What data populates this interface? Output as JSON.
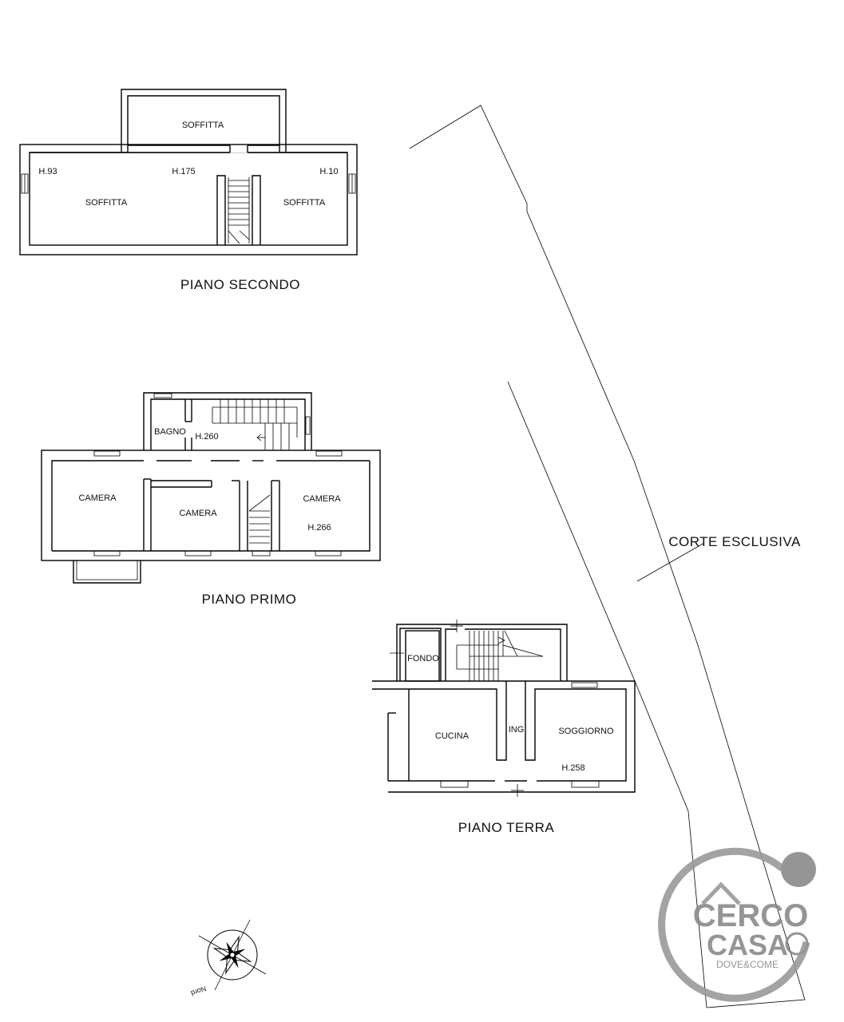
{
  "floors": {
    "second": {
      "title": "PIANO SECONDO",
      "rooms": [
        "SOFFITTA",
        "SOFFITTA",
        "SOFFITTA"
      ],
      "heights": [
        "H.93",
        "H.175",
        "H.10"
      ]
    },
    "first": {
      "title": "PIANO PRIMO",
      "rooms": [
        "BAGNO",
        "CAMERA",
        "CAMERA",
        "CAMERA"
      ],
      "heights": [
        "H.260",
        "H.266"
      ]
    },
    "ground": {
      "title": "PIANO TERRA",
      "rooms": [
        "FONDO",
        "CUCINA",
        "ING.",
        "SOGGIORNO"
      ],
      "heights": [
        "H.258"
      ]
    }
  },
  "site": {
    "court_label": "CORTE ESCLUSIVA"
  },
  "compass": {
    "label": "Nord"
  },
  "logo": {
    "line1": "CERCO",
    "line2": "CASA",
    "tagline": "DOVE&COME",
    "color": "#8a8a8a"
  }
}
